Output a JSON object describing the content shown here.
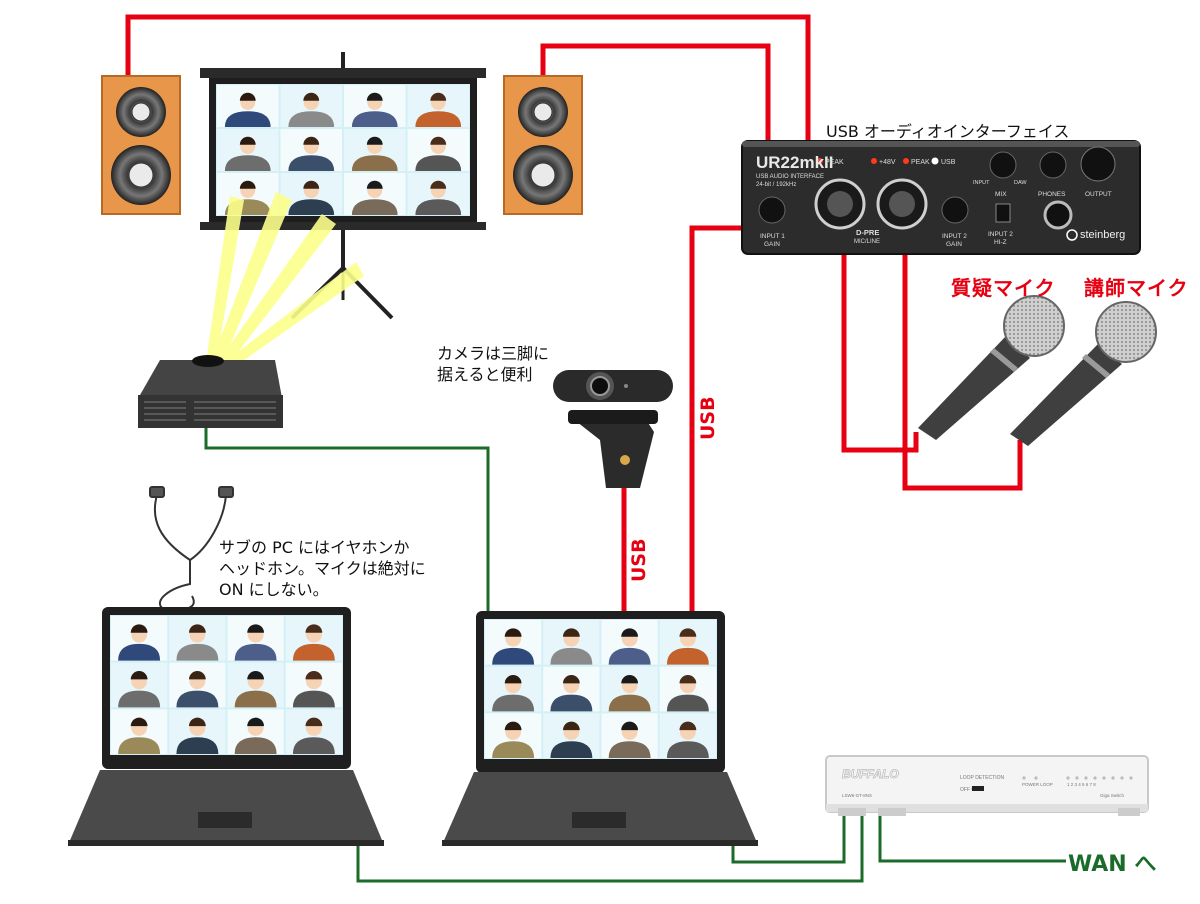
{
  "labels": {
    "audio_interface": "USB オーディオインターフェイス",
    "camera_note_line1": "カメラは三脚に",
    "camera_note_line2": "据えると便利",
    "sub_pc_note_line1": "サブの PC にはイヤホンか",
    "sub_pc_note_line2": "ヘッドホン。マイクは絶対に",
    "sub_pc_note_line3": "ON にしない。",
    "mic_question": "質疑マイク",
    "mic_lecturer": "講師マイク",
    "usb_camera": "USB",
    "usb_interface": "USB",
    "wan": "WAN へ"
  },
  "device_text": {
    "ur_brand": "UR22mkII",
    "ur_sub": "USB AUDIO INTERFACE",
    "ur_spec": "24-bit / 192kHz",
    "peak1": "PEAK",
    "phantom": "+48V",
    "peak2": "PEAK",
    "usb_led": "USB",
    "input1": "INPUT 1",
    "gain1": "GAIN",
    "dpre": "D-PRE",
    "micline": "MIC/LINE",
    "input2": "INPUT 2",
    "gain2": "GAIN",
    "input_daw": "INPUT",
    "daw": "DAW",
    "mix": "MIX",
    "phones": "PHONES",
    "output": "OUTPUT",
    "input2_hiz": "INPUT 2",
    "hiz": "HI-Z",
    "steinberg": "steinberg",
    "buffalo": "BUFFALO",
    "loop_detection": "LOOP DETECTION",
    "off_on": "OFF  ON",
    "power_loop": "POWER  LOOP",
    "ports": "1 2 3 4 5 6 7 8",
    "model": "LSW6-GT-8NS",
    "giga": "Giga Switch"
  },
  "colors": {
    "audio_cable": "#e60012",
    "lan_cable": "#1b6b2a",
    "speaker_body": "#e8974a",
    "laptop_body": "#3a3a3a",
    "screen_bg": "#d4f0f7"
  }
}
